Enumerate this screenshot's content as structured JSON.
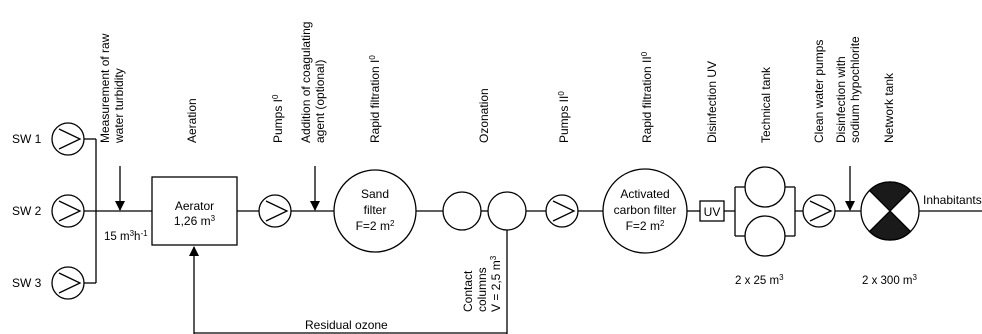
{
  "sources": [
    "SW 1",
    "SW 2",
    "SW 3"
  ],
  "stages": {
    "turbidity": [
      "Measurement of raw",
      "water turbidity"
    ],
    "aeration": "Aeration",
    "pumps1": "Pumps I",
    "coagulant": [
      "Addition of coagulating",
      "agent (optional)"
    ],
    "rapid1": "Rapid filtration I",
    "ozonation": "Ozonation",
    "pumps2": "Pumps II",
    "rapid2": "Rapid filtration II",
    "uv": "Disinfection UV",
    "tech_tank": "Technical tank",
    "clean_pumps": "Clean water pumps",
    "hypochlorite": [
      "Disinfection with",
      "sodium hypochlorite"
    ],
    "network_tank": "Network tank"
  },
  "degree_mark": "0",
  "flow_rate": {
    "text": "15 m",
    "sup1": "3",
    "mid": "h",
    "sup2": "-1"
  },
  "aerator": {
    "name": "Aerator",
    "volume": "1,26 m",
    "sup": "3"
  },
  "sand_filter": {
    "line1": "Sand",
    "line2": "filter",
    "area": "F=2 m",
    "sup": "2"
  },
  "carbon_filter": {
    "line1": "Activated",
    "line2": "carbon filter",
    "area": "F=2 m",
    "sup": "2"
  },
  "uv_box": "UV",
  "contact_columns": {
    "line1": "Contact",
    "line2": "columns",
    "line3": "V = 2,5 m",
    "sup": "3"
  },
  "tech_tank_cap": {
    "text": "2 x 25 m",
    "sup": "3"
  },
  "network_tank_cap": {
    "text": "2 x 300 m",
    "sup": "3"
  },
  "outlet": "Inhabitants",
  "residual": "Residual ozone",
  "colors": {
    "line": "#000000",
    "fill": "#ffffff",
    "tank_dark": "#1a1a1a"
  }
}
